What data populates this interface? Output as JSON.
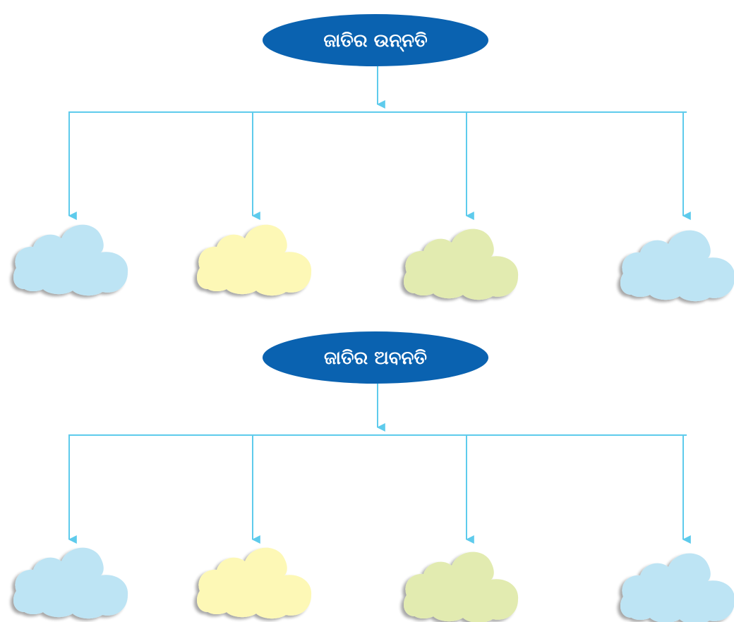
{
  "sections": [
    {
      "title": "ଜାତିର ଉନ୍ନତି",
      "blank_count": 4
    },
    {
      "title": "ଜାତିର ଅବନତି",
      "blank_count": 4
    }
  ],
  "colors": {
    "oval_fill": "#0a62b0",
    "connector": "#5ecbec",
    "cloud_blue": "#bde4f4",
    "cloud_yellow": "#fdf8b6",
    "cloud_green": "#e2ebb0",
    "cloud_shadow": "#c8c8c8"
  }
}
